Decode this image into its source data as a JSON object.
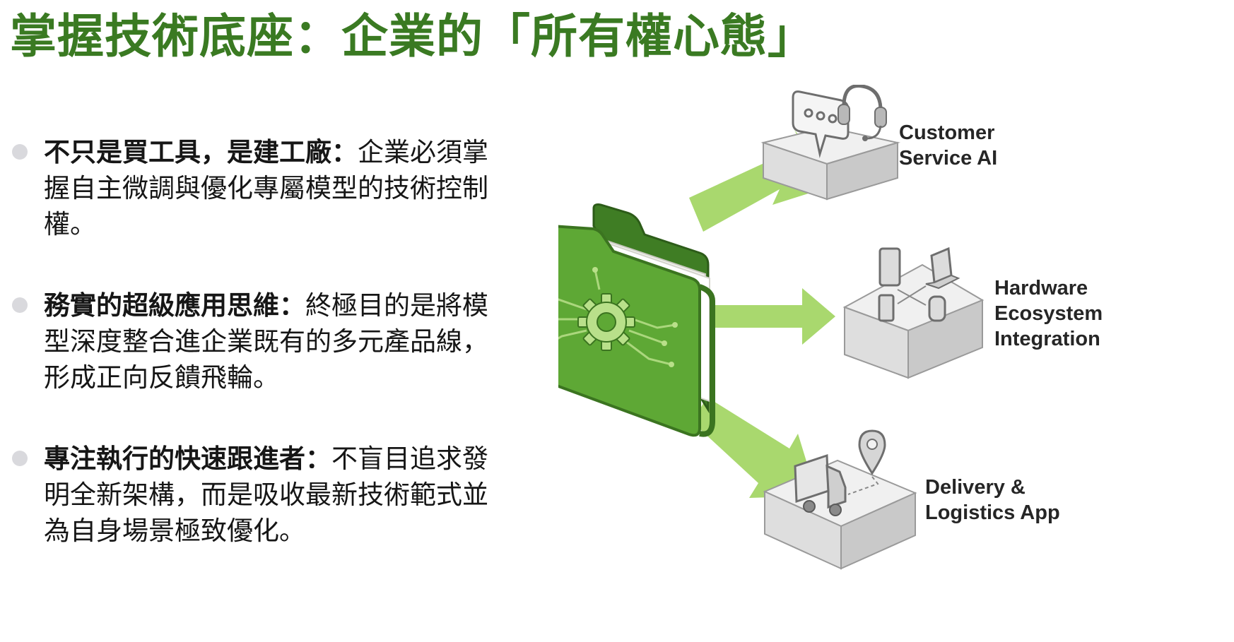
{
  "title": "掌握技術底座：企業的「所有權心態」",
  "bullets": [
    {
      "heading": "不只是買工具，是建工廠：",
      "body": "企業必須掌握自主微調與優化專屬模型的技術控制權。"
    },
    {
      "heading": "務實的超級應用思維：",
      "body": "終極目的是將模型深度整合進企業既有的多元產品線，形成正向反饋飛輪。"
    },
    {
      "heading": "專注執行的快速跟進者：",
      "body": "不盲目追求發明全新架構，而是吸收最新技術範式並為自身場景極致優化。"
    }
  ],
  "targets": [
    {
      "lines": [
        "Customer",
        "Service AI"
      ],
      "icon": "headset-chat-icon"
    },
    {
      "lines": [
        "Hardware",
        "Ecosystem",
        "Integration"
      ],
      "icon": "devices-icon"
    },
    {
      "lines": [
        "Delivery &",
        "Logistics App"
      ],
      "icon": "truck-location-icon"
    }
  ],
  "colors": {
    "title": "#3a7a22",
    "folder": "#5ea835",
    "arrow": "#a9d86e",
    "bullet_dot": "#d9d9dd",
    "platform": "#e6e6e6"
  }
}
